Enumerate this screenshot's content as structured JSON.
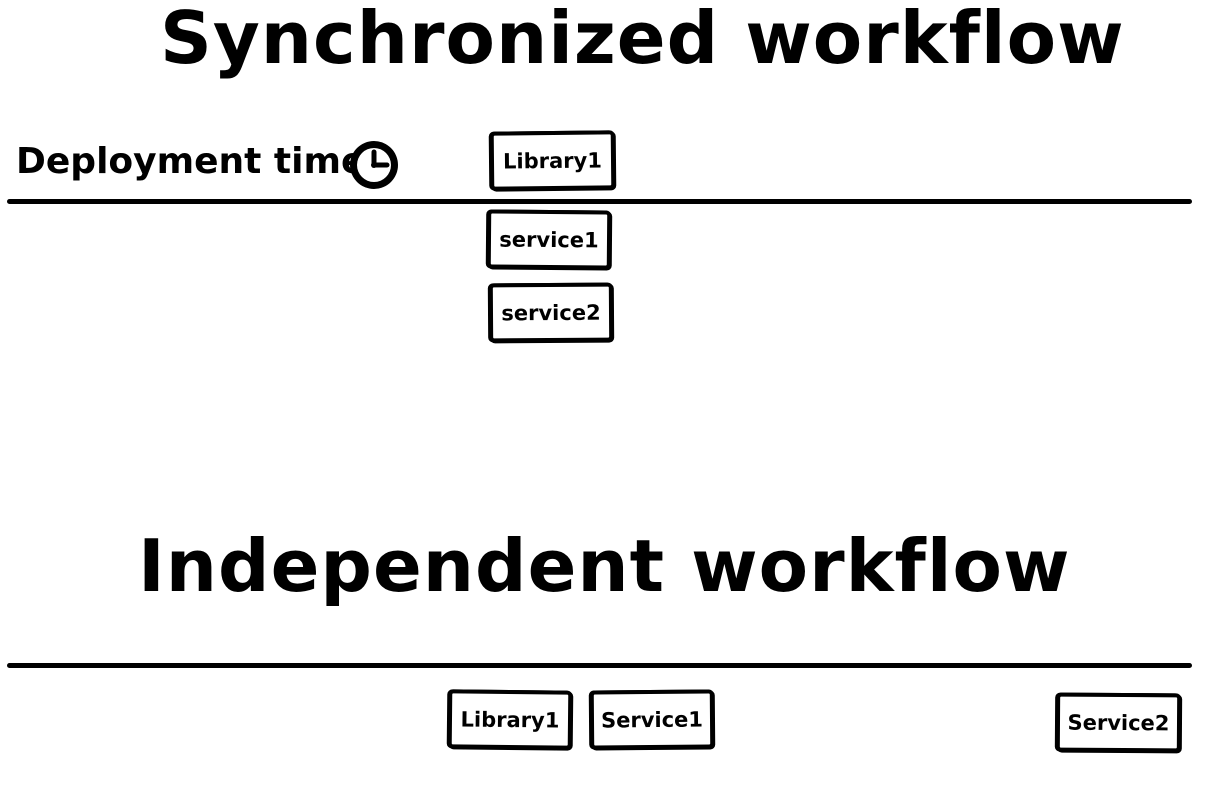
{
  "synchronized": {
    "title": "Synchronized workflow",
    "axis_label": "Deployment time",
    "axis_icon": "clock-icon",
    "above_line": [
      "Library1"
    ],
    "below_line": [
      "service1",
      "service2"
    ]
  },
  "independent": {
    "title": "Independent workflow",
    "below_line": [
      "Library1",
      "Service1",
      "Service2"
    ]
  }
}
